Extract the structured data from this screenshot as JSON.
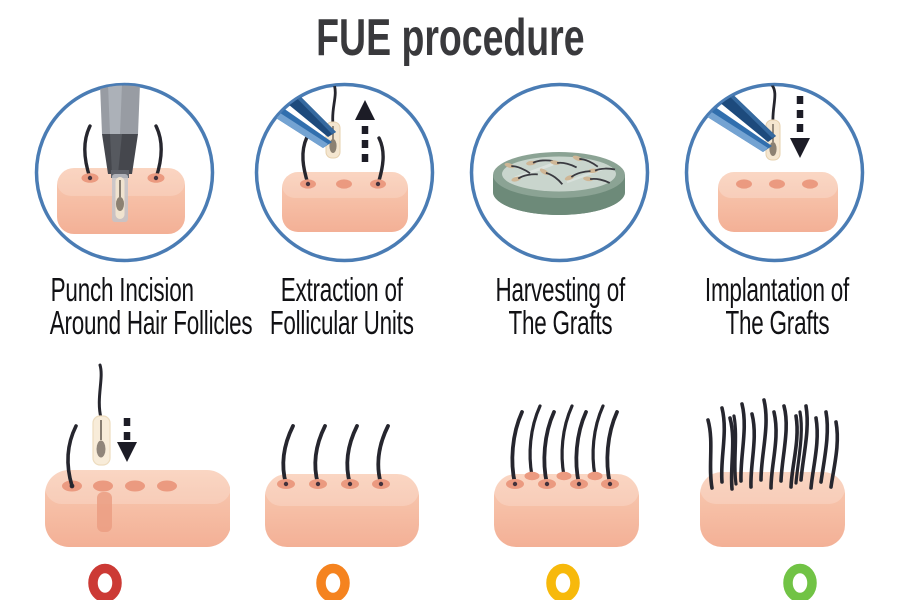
{
  "title": "FUE procedure",
  "steps": [
    {
      "icon": "punch-tool-icon",
      "label_line1": "Punch Incision",
      "label_line2": "Around Hair Follicles"
    },
    {
      "icon": "tweezers-extract-icon",
      "label_line1": "Extraction of",
      "label_line2": "Follicular Units"
    },
    {
      "icon": "petri-dish-icon",
      "label_line1": "Harvesting of",
      "label_line2": "The Grafts"
    },
    {
      "icon": "tweezers-implant-icon",
      "label_line1": "Implantation of",
      "label_line2": "The Grafts"
    }
  ],
  "result_sequence_icons": [
    "graft-being-implanted-skin-icon",
    "sparse-four-hairs-skin-icon",
    "growing-seven-hairs-skin-icon",
    "dense-hair-regrowth-skin-icon"
  ],
  "progress_timeline": {
    "stages": [
      {
        "name": "stage-1",
        "color": "#cc3a35"
      },
      {
        "name": "stage-2",
        "color": "#f5831f"
      },
      {
        "name": "stage-3",
        "color": "#f7b90b"
      },
      {
        "name": "stage-4",
        "color": "#71c345"
      }
    ]
  },
  "colors": {
    "circle_border_blue": "#4a7cb4",
    "skin_light": "#f9ccb4",
    "skin_dark": "#f3b096",
    "pore_pink": "#eb9a80",
    "hair_dark": "#26262e",
    "tweezers_blue": "#316fae",
    "tweezers_navy": "#1d4a7c",
    "graft_sheath_beige": "#f4e6d0",
    "follicle_bulb": "#8c8172",
    "petri_rim_green": "#8ba394",
    "petri_side_green": "#6d8a79",
    "petri_plate": "#c9d5cd",
    "arrow_black": "#1c1c26",
    "title_text": "#39393c"
  }
}
